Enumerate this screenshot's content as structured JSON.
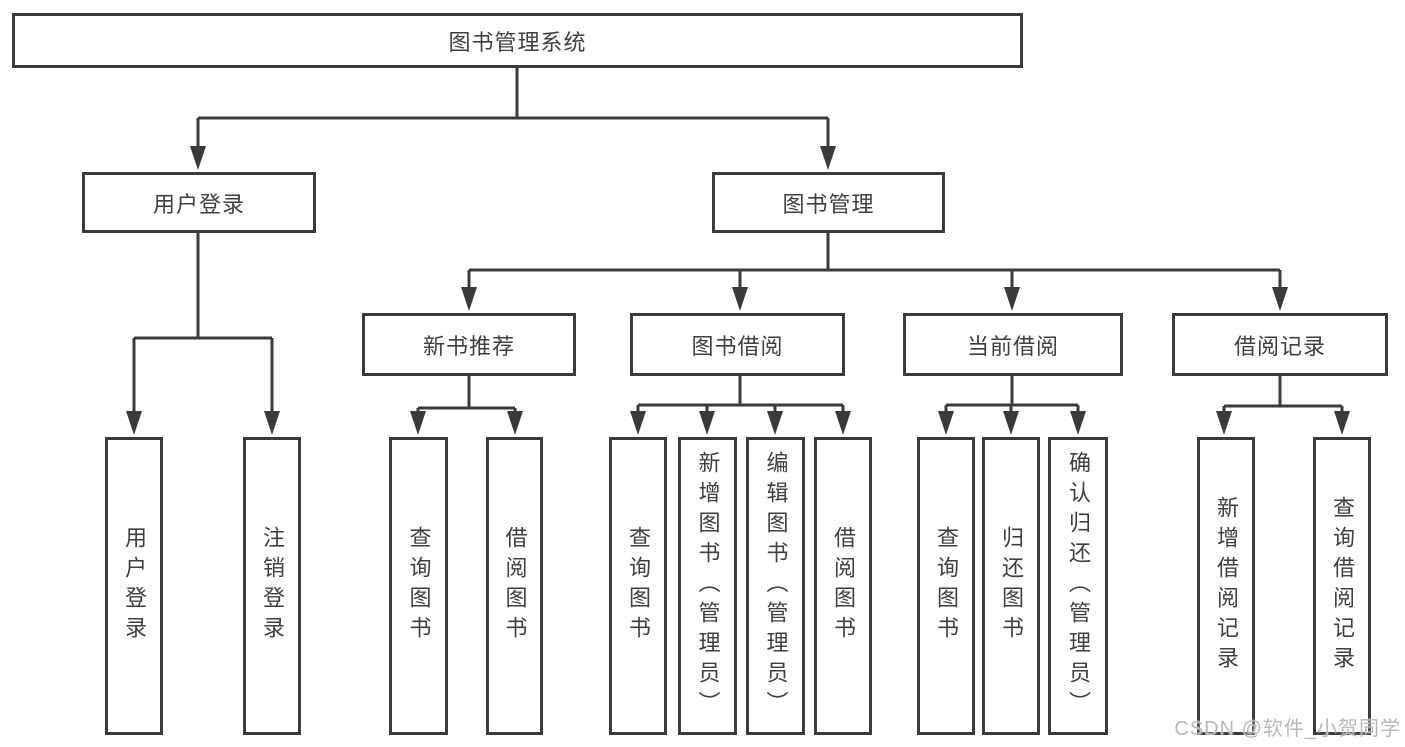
{
  "diagram": {
    "root": {
      "label": "图书管理系统"
    },
    "branches": [
      {
        "label": "用户登录",
        "children": [
          {
            "label": "用户登录"
          },
          {
            "label": "注销登录"
          }
        ]
      },
      {
        "label": "图书管理",
        "sections": [
          {
            "label": "新书推荐",
            "children": [
              {
                "label": "查询图书"
              },
              {
                "label": "借阅图书"
              }
            ]
          },
          {
            "label": "图书借阅",
            "children": [
              {
                "label": "查询图书"
              },
              {
                "label": "新增图书（管理员）"
              },
              {
                "label": "编辑图书（管理员）"
              },
              {
                "label": "借阅图书"
              }
            ]
          },
          {
            "label": "当前借阅",
            "children": [
              {
                "label": "查询图书"
              },
              {
                "label": "归还图书"
              },
              {
                "label": "确认归还（管理员）"
              }
            ]
          },
          {
            "label": "借阅记录",
            "children": [
              {
                "label": "新增借阅记录"
              },
              {
                "label": "查询借阅记录"
              }
            ]
          }
        ]
      }
    ]
  },
  "watermark": {
    "text": "CSDN @软件_小贺同学"
  },
  "colors": {
    "line": "#3a3a3a",
    "text": "#3f3f3f",
    "box_bg": "#ffffff",
    "watermark": "#b4b8bc"
  }
}
